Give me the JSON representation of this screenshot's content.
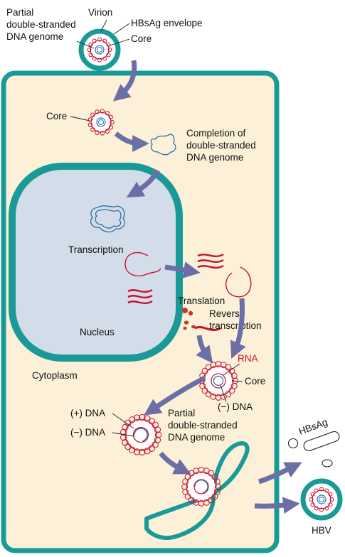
{
  "labels": {
    "partial_genome_top": [
      "Partial",
      "double-stranded",
      "DNA genome"
    ],
    "virion": "Virion",
    "hbsag_envelope": "HBsAg envelope",
    "core_top": "Core",
    "core_entry": "Core",
    "completion": [
      "Completion of",
      "double-stranded",
      "DNA genome"
    ],
    "transcription": "Transcription",
    "translation": "Translation",
    "reverse_transcription": [
      "Reverse",
      "transcription"
    ],
    "nucleus": "Nucleus",
    "cytoplasm": "Cytoplasm",
    "rna": "RNA",
    "core_assembly": "Core",
    "minus_dna_assembly": "(−) DNA",
    "plus_dna": "(+) DNA",
    "minus_dna": "(−) DNA",
    "partial_genome_mid": [
      "Partial",
      "double-stranded",
      "DNA genome"
    ],
    "hbsag": "HBsAg",
    "hbv": "HBV"
  },
  "colors": {
    "teal": "#1a9a96",
    "cytoplasm": "#fcf1d8",
    "nucleus": "#d3dde9",
    "red": "#c8102e",
    "blue": "#2a6fa8",
    "arrow": "#6b6fa6"
  }
}
